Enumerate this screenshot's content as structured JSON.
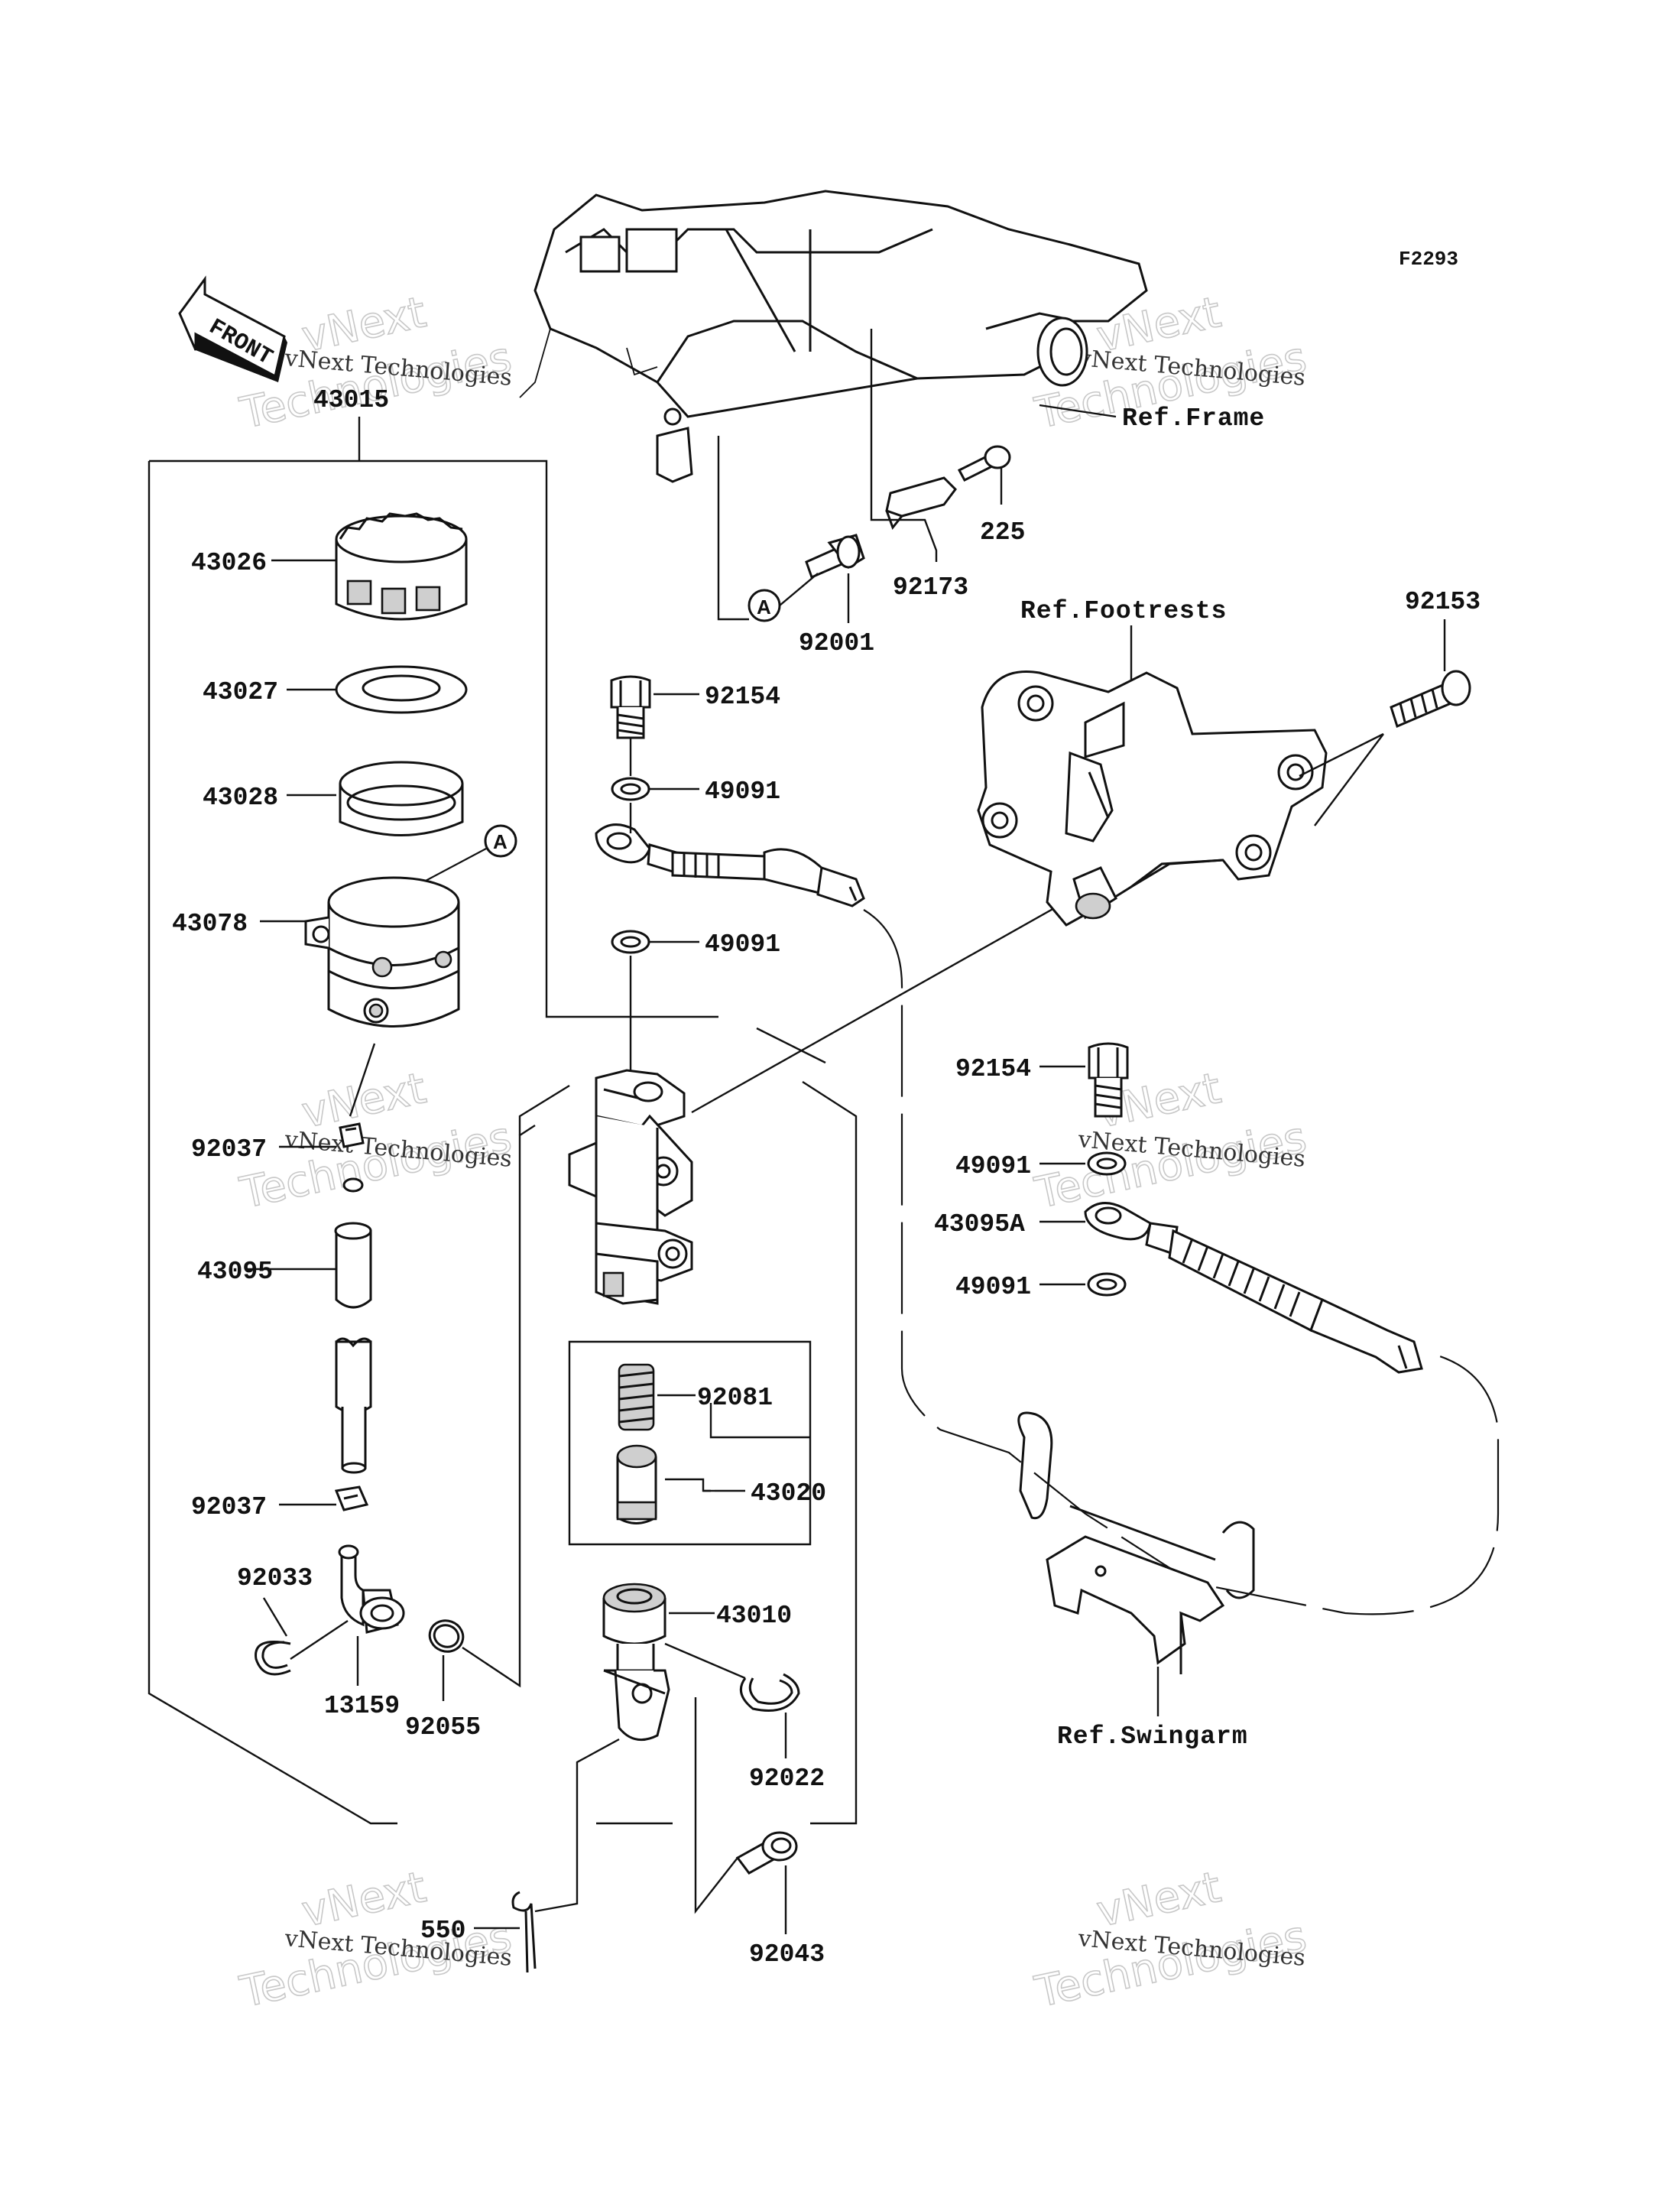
{
  "diagram": {
    "code": "F2293",
    "front_label": "FRONT",
    "references": {
      "frame": "Ref.Frame",
      "footrests": "Ref.Footrests",
      "swingarm": "Ref.Swingarm"
    },
    "callout_marker": "A",
    "parts": {
      "p43015": "43015",
      "p43026": "43026",
      "p43027": "43027",
      "p43028": "43028",
      "p43078": "43078",
      "p92037a": "92037",
      "p43095": "43095",
      "p92037b": "92037",
      "p92033": "92033",
      "p13159": "13159",
      "p92055": "92055",
      "p92154a": "92154",
      "p49091a": "49091",
      "p49091b": "49091",
      "p92081": "92081",
      "p43020": "43020",
      "p43010": "43010",
      "p92022": "92022",
      "p550": "550",
      "p92043": "92043",
      "p92001": "92001",
      "p92173": "92173",
      "p225": "225",
      "p92153": "92153",
      "p92154b": "92154",
      "p49091c": "49091",
      "p43095a": "43095A",
      "p49091d": "49091"
    },
    "watermark": {
      "line1": "vNext Technologies",
      "line2a": "vNext",
      "line2b": "Technologies"
    }
  }
}
